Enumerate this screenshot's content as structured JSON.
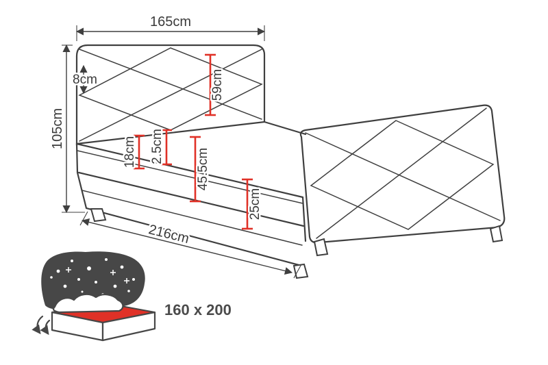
{
  "diagram": {
    "dim": {
      "top_width": "165cm",
      "frame": "8cm",
      "height": "105cm",
      "headboard": "59cm",
      "topper": "2.5cm",
      "mattress": "18cm",
      "base": "45.5cm",
      "lower": "25cm",
      "length": "216cm"
    },
    "icon": {
      "name": "storage-bed-icon",
      "caption": "160 x 200"
    },
    "colors": {
      "line": "#3f3f3f",
      "accent_red": "#e03127",
      "label": "#3a3a3a"
    }
  }
}
